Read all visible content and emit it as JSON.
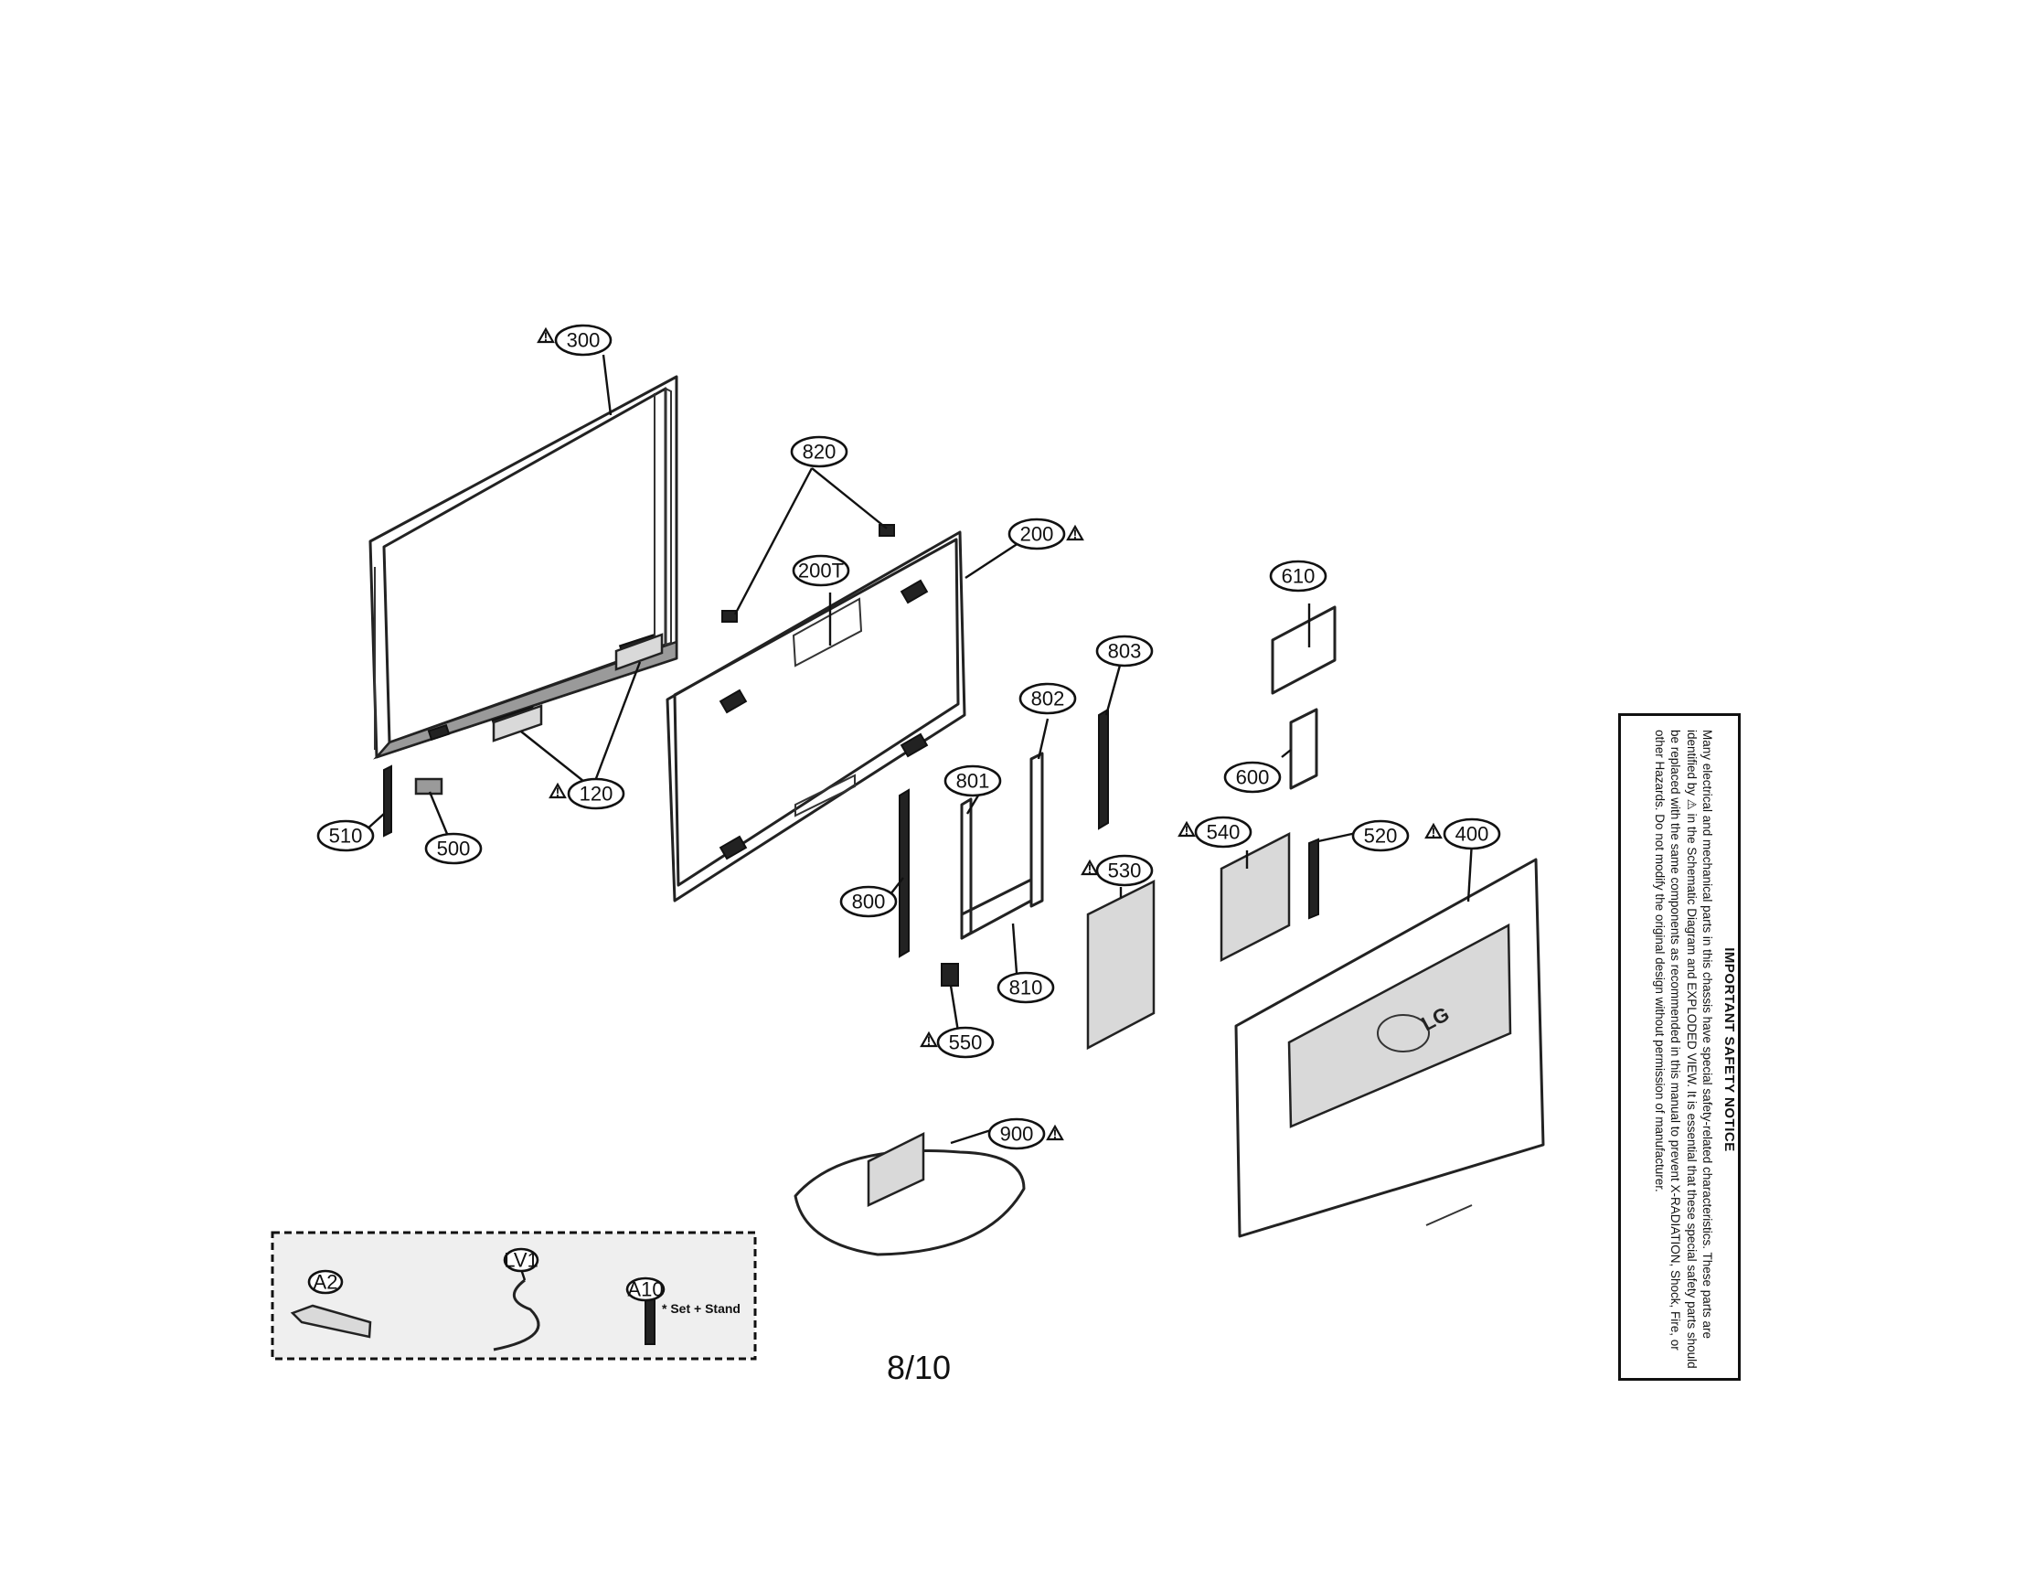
{
  "callouts": {
    "c300": "300",
    "c820": "820",
    "c200": "200",
    "c200T": "200T",
    "c610": "610",
    "c803": "803",
    "c802": "802",
    "c801": "801",
    "c600": "600",
    "c510": "510",
    "c500": "500",
    "c120": "120",
    "c800": "800",
    "c540": "540",
    "c520": "520",
    "c400": "400",
    "c530": "530",
    "c810": "810",
    "c550": "550",
    "c900": "900",
    "cA2": "A2",
    "cLV1": "LV1",
    "cA10": "A10"
  },
  "accessory_note": "* Set + Stand",
  "brand_logo": "LG",
  "warning_symbol": "!",
  "notice": {
    "title": "IMPORTANT SAFETY NOTICE",
    "body": "Many electrical and mechanical parts in this chassis have special safety-related characteristics. These parts are identified by ⚠ in the Schematic Diagram and EXPLODED VIEW. It is essential that these special safety parts should be replaced with the same components as recommended in this manual to prevent X-RADIATION, Shock, Fire, or other Hazards. Do not modify the original design without permission of manufacturer."
  },
  "page_number": "8/10"
}
